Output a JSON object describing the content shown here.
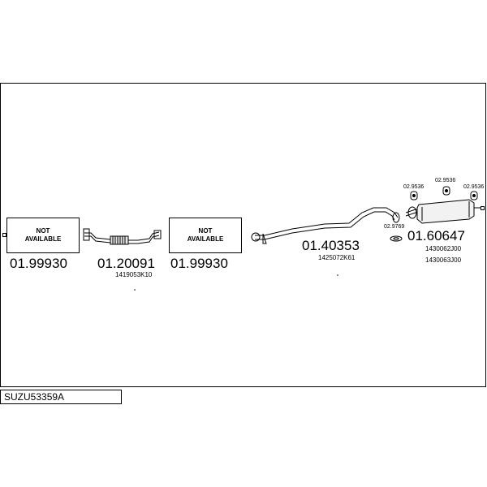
{
  "diagram": {
    "code": "SUZU53359A",
    "not_available": {
      "line1": "NOT",
      "line2": "AVAILABLE"
    },
    "parts": [
      {
        "number": "01.99930",
        "ref": ""
      },
      {
        "number": "01.20091",
        "ref": "1419053K10"
      },
      {
        "number": "01.99930",
        "ref": ""
      },
      {
        "number": "01.40353",
        "ref": "1425072K61"
      },
      {
        "number": "01.60647",
        "ref": "1430062J00",
        "ref2": "1430063J00"
      }
    ],
    "accessories": [
      "02.9536",
      "02.9536",
      "02.9536",
      "02.9769"
    ]
  }
}
